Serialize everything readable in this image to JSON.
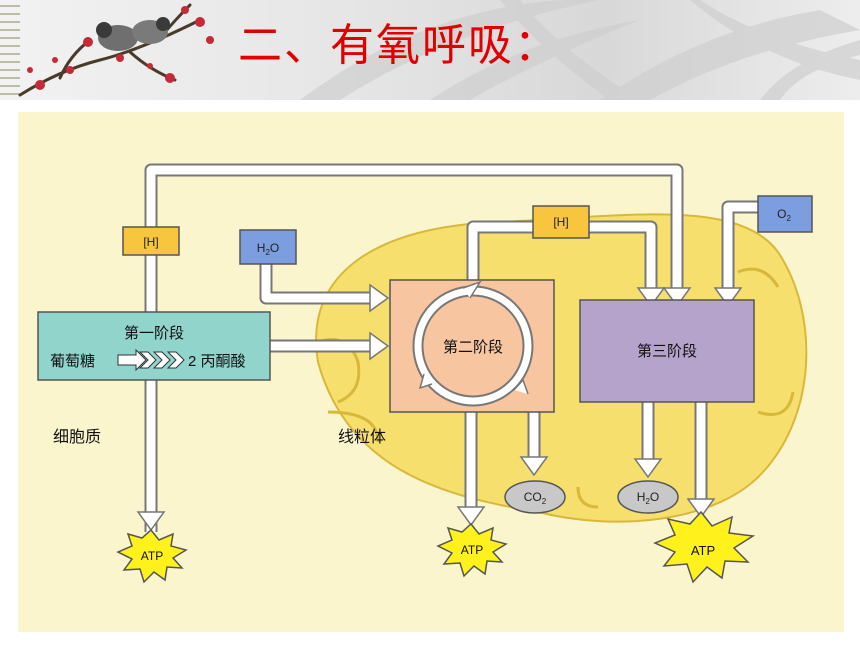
{
  "header": {
    "title": "二、有氧呼吸："
  },
  "diagram": {
    "cytoplasm_label": "细胞质",
    "mitochondria_label": "线粒体",
    "stage1": {
      "title": "第一阶段",
      "glucose": "葡萄糖",
      "pyruvate": "2 丙酮酸"
    },
    "stage2": {
      "title": "第二阶段"
    },
    "stage3": {
      "title": "第三阶段"
    },
    "h_box_1": "[H]",
    "h_box_2": "[H]",
    "water_in": {
      "main": "H",
      "sub": "2",
      "tail": "O"
    },
    "oxygen_in": {
      "main": "O",
      "sub": "2"
    },
    "co2_out": {
      "main": "CO",
      "sub": "2"
    },
    "water_out": {
      "main": "H",
      "sub": "2",
      "tail": "O"
    },
    "atp_1": "ATP",
    "atp_2": "ATP",
    "atp_3": "ATP"
  },
  "colors": {
    "title_red": "#e00000",
    "panel": "#fbf5ce",
    "mitochondria": "#f7df6e",
    "stage1_box": "#90d4cc",
    "stage2_box": "#f7c59f",
    "stage3_box": "#b5a3cc",
    "h_box": "#f7c53e",
    "blue_box": "#7c9ee0",
    "atp_star": "#fff21c"
  }
}
